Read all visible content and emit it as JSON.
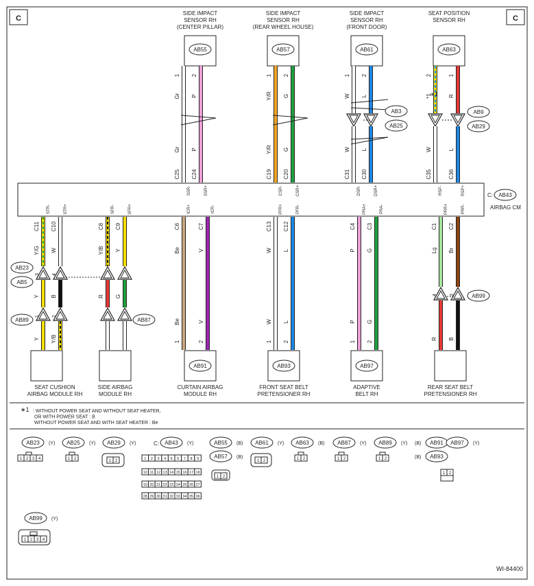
{
  "corner_label": "C",
  "figure_id": "WI-84400",
  "airbag_cm": {
    "prefix": "C:",
    "connector": "AB43",
    "label": "AIRBAG CM"
  },
  "top_devices": [
    {
      "id": "side-impact-center",
      "title": [
        "SIDE IMPACT",
        "SENSOR RH",
        "(CENTER PILLAR)"
      ],
      "conn": "AB55",
      "wires": [
        {
          "pin": "1",
          "color": "Gr",
          "term": "C25",
          "sig": "SSR-",
          "hex": "#ffffff"
        },
        {
          "pin": "2",
          "color": "P",
          "term": "C24",
          "sig": "SSR+",
          "hex": "#f0a0d8"
        }
      ]
    },
    {
      "id": "side-impact-rear",
      "title": [
        "SIDE IMPACT",
        "SENSOR RH",
        "(REAR WHEEL HOUSE)"
      ],
      "conn": "AB57",
      "wires": [
        {
          "pin": "1",
          "color": "Y/R",
          "term": "C19",
          "sig": "CSR-",
          "hex": "#f5a623"
        },
        {
          "pin": "2",
          "color": "G",
          "term": "C20",
          "sig": "CSR+",
          "hex": "#20a040"
        }
      ]
    },
    {
      "id": "side-impact-door",
      "title": [
        "SIDE IMPACT",
        "SENSOR RH",
        "(FRONT DOOR)"
      ],
      "conn": "AB61",
      "wires": [
        {
          "pin": "1",
          "color": "W",
          "term": "C31",
          "sig": "DSR-",
          "hex": "#ffffff"
        },
        {
          "pin": "2",
          "color": "L",
          "term": "C30",
          "sig": "DSR+",
          "hex": "#1e88e5"
        }
      ],
      "joints": [
        "AB3",
        "AB25"
      ]
    },
    {
      "id": "seat-position",
      "title": [
        "SEAT POSITION",
        "SENSOR RH"
      ],
      "conn": "AB63",
      "wires": [
        {
          "pin": "2",
          "color": "*1",
          "lower": "W",
          "term": "C35",
          "sig": "RSP-",
          "hex": "#ffffff"
        },
        {
          "pin": "1",
          "color": "R",
          "lower": "L",
          "term": "C36",
          "sig": "RSP+",
          "hex": "#e53935"
        }
      ],
      "joints": [
        "AB9",
        "AB29"
      ]
    }
  ],
  "bottom_devices": [
    {
      "id": "seat-cushion",
      "title": [
        "SEAT CUSHION",
        "AIRBAG MODULE RH"
      ],
      "wires": [
        {
          "term": "C11",
          "sig": "STR-",
          "c1": "Y/G",
          "c2": "Y",
          "c3": "Y"
        },
        {
          "term": "C10",
          "sig": "STR+",
          "c1": "W",
          "c2": "B",
          "c3": "Y/B"
        }
      ],
      "joints": [
        "AB23",
        "AB5",
        "AB89"
      ]
    },
    {
      "id": "side-airbag",
      "title": [
        "SIDE AIRBAG",
        "MODULE RH"
      ],
      "wires": [
        {
          "term": "C8",
          "sig": "SFR-",
          "c1": "Y/B",
          "c2": "R"
        },
        {
          "term": "C9",
          "sig": "SFR+",
          "c1": "Y",
          "c2": "G"
        }
      ],
      "joints": [
        "AB87"
      ]
    },
    {
      "id": "curtain-airbag",
      "title": [
        "CURTAIN AIRBAG",
        "MODULE RH"
      ],
      "conn": "AB91",
      "wires": [
        {
          "term": "C6",
          "sig": "ICR+",
          "c1": "Be",
          "pin": "1"
        },
        {
          "term": "C7",
          "sig": "ICR-",
          "c1": "V",
          "pin": "2"
        }
      ]
    },
    {
      "id": "front-pretensioner",
      "title": [
        "FRONT SEAT BELT",
        "PRETENSIONER RH"
      ],
      "conn": "AB93",
      "wires": [
        {
          "term": "C13",
          "sig": "PFR+",
          "c1": "W",
          "pin": "1"
        },
        {
          "term": "C12",
          "sig": "PFR-",
          "c1": "L",
          "pin": "2"
        }
      ]
    },
    {
      "id": "adaptive-belt",
      "title": [
        "ADAPTIVE",
        "BELT RH"
      ],
      "conn": "AB97",
      "wires": [
        {
          "term": "C4",
          "sig": "PRA+",
          "c1": "P",
          "pin": "1"
        },
        {
          "term": "C3",
          "sig": "PRA-",
          "c1": "G",
          "pin": "2"
        }
      ]
    },
    {
      "id": "rear-pretensioner",
      "title": [
        "REAR SEAT BELT",
        "PRETENSIONER RH"
      ],
      "wires": [
        {
          "term": "C1",
          "sig": "PRR+",
          "c1": "Lg",
          "c2": "R"
        },
        {
          "term": "C2",
          "sig": "PRR-",
          "c1": "Br",
          "c2": "B"
        }
      ],
      "joints": [
        "AB99"
      ]
    }
  ],
  "notes": {
    "marker": "∗1",
    "lines": [
      ": WITHOUT POWER SEAT AND WITHOUT SEAT HEATER,",
      "OR WITH POWER SEAT : B",
      "WITHOUT POWER SEAT AND WITH SEAT HEATER : Be"
    ]
  },
  "connectors_legend": [
    {
      "id": "AB23",
      "type": "(Y)"
    },
    {
      "id": "AB25",
      "type": "(Y)"
    },
    {
      "id": "AB29",
      "type": "(Y)"
    },
    {
      "id": "AB43",
      "prefix": "C:",
      "type": "(Y)"
    },
    {
      "id": "AB55",
      "type": "(B)"
    },
    {
      "id": "AB57",
      "type": "(B)"
    },
    {
      "id": "AB61",
      "type": "(Y)"
    },
    {
      "id": "AB63",
      "type": "(B)"
    },
    {
      "id": "AB87",
      "type": "(Y)"
    },
    {
      "id": "AB89",
      "type": "(Y)"
    },
    {
      "id": "AB91",
      "type": "(B)"
    },
    {
      "id": "AB97",
      "type": "(Y)"
    },
    {
      "id": "AB93",
      "type": ""
    },
    {
      "id": "AB99",
      "type": "(Y)"
    }
  ],
  "pin_labels": {
    "four": [
      "1",
      "2",
      "3",
      "4"
    ],
    "two": [
      "1",
      "2"
    ],
    "cm_grid": [
      "1",
      "2",
      "3",
      "4",
      "5",
      "6",
      "7",
      "8",
      "9",
      "10",
      "11",
      "12",
      "13",
      "14",
      "15",
      "16",
      "17",
      "18",
      "19",
      "20",
      "21",
      "22",
      "23",
      "24",
      "25",
      "26",
      "27",
      "28",
      "29",
      "30",
      "31",
      "32",
      "33",
      "34",
      "35",
      "36"
    ]
  }
}
